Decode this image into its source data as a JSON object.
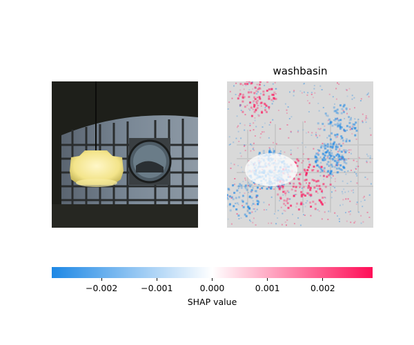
{
  "chart_data": {
    "type": "heatmap",
    "title": "washbasin",
    "xlabel": "SHAP value",
    "colorbar": {
      "range": [
        -0.0029,
        0.0029
      ],
      "ticks": [
        -0.002,
        -0.001,
        0.0,
        0.001,
        0.002
      ],
      "tick_labels": [
        "−0.002",
        "−0.001",
        "0.000",
        "0.001",
        "0.002"
      ],
      "colors": {
        "negative": "#1e88e5",
        "zero": "#ffffff",
        "positive": "#ff0d57"
      }
    }
  }
}
